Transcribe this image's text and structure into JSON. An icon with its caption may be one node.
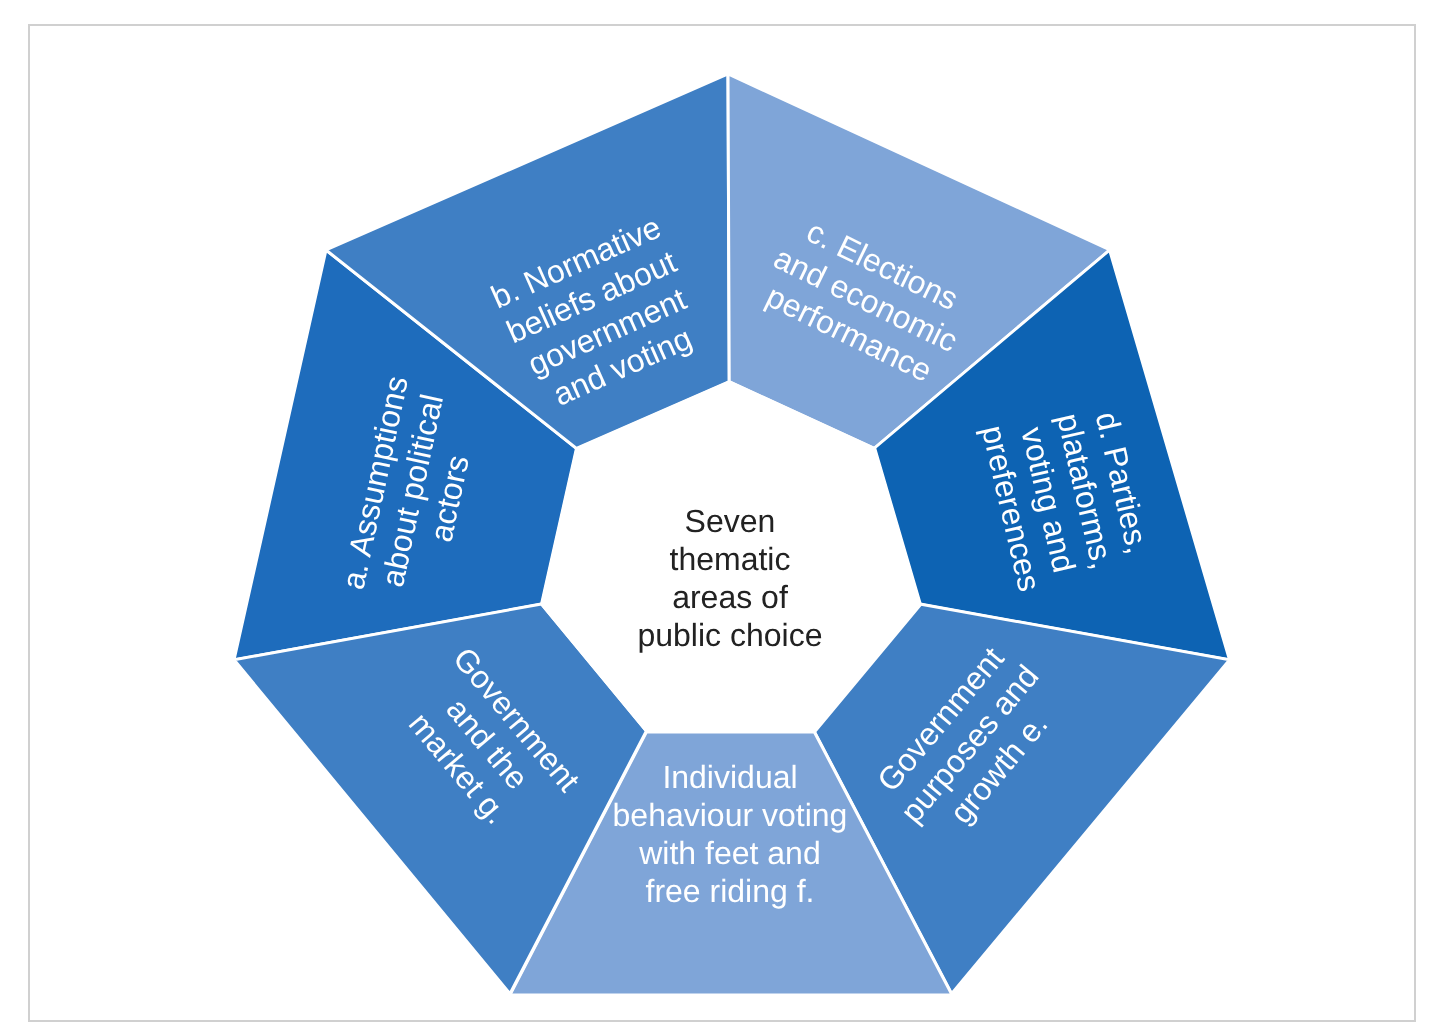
{
  "diagram": {
    "nodes": [
      {
        "text": [
          "a. Assumptions about political actors"
        ]
      },
      {
        "text": [
          "b. Normative beliefs about government and voting"
        ]
      },
      {
        "text": [
          "c. Elections and economic performance"
        ]
      },
      {
        "text": [
          "d. Parties, plataforms, voting and preferences"
        ]
      },
      {
        "text": [
          "Government purposes and growth e."
        ]
      },
      {
        "text": [
          "Individual behaviour voting with feet and free riding f."
        ]
      },
      {
        "text": [
          "Government and the market g."
        ]
      },
      {
        "text": [
          "Seven thematic areas of public choice"
        ]
      }
    ]
  }
}
